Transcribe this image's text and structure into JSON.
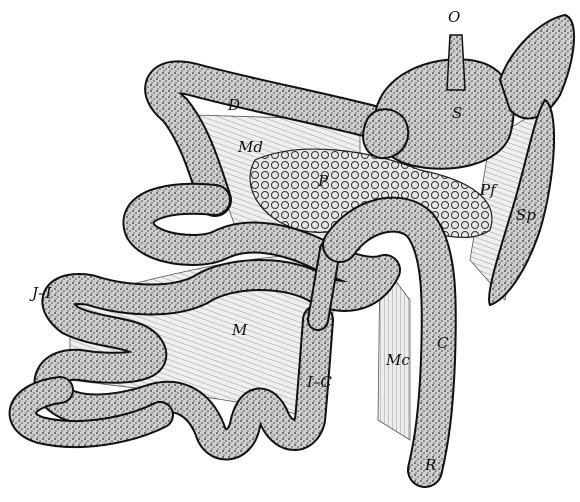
{
  "labels": {
    "o": "O",
    "s": "S",
    "d": "D",
    "md": "Md",
    "p": "P",
    "pf": "Pf",
    "sp": "Sp",
    "ji": "J–I",
    "m": "M",
    "ic": "I–C",
    "mc": "Mc",
    "c": "C",
    "r": "R"
  },
  "colors": {
    "ink": "#111111",
    "stipple": "#8a8a8a",
    "tissue": "#d9d9d9",
    "paper": "#ffffff"
  }
}
